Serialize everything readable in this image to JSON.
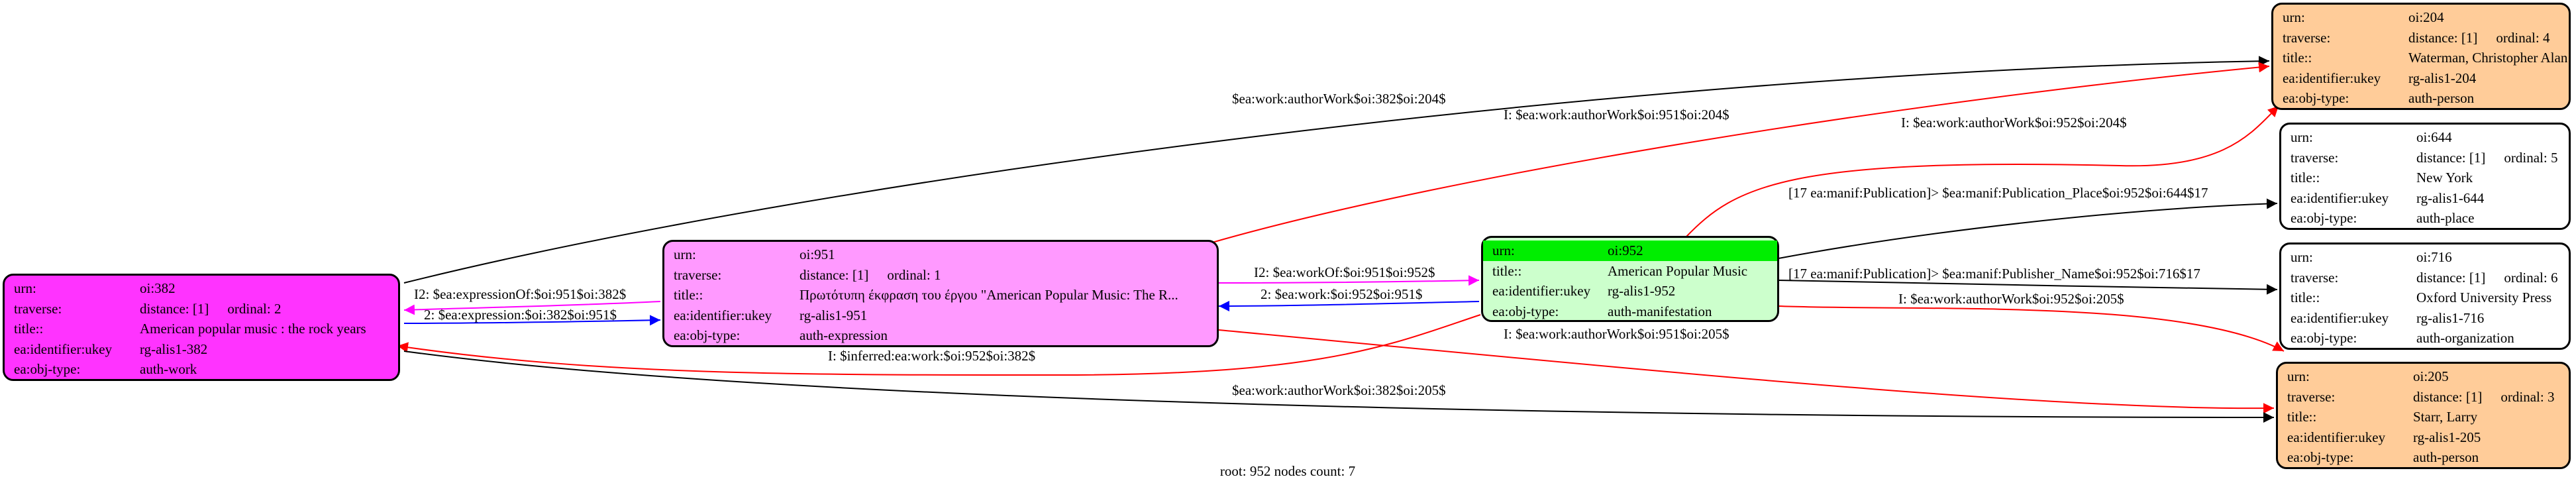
{
  "field_labels": {
    "urn": "urn:",
    "traverse": "traverse:",
    "title": "title::",
    "identifier": "ea:identifier:ukey",
    "objtype": "ea:obj-type:"
  },
  "nodes": {
    "n382": {
      "urn": "oi:382",
      "distance": "distance: [1]",
      "ordinal": "ordinal: 2",
      "title": "American popular music : the rock years",
      "identifier": "rg-alis1-382",
      "objtype": "auth-work",
      "color": "#ff33ff"
    },
    "n951": {
      "urn": "oi:951",
      "distance": "distance: [1]",
      "ordinal": "ordinal: 1",
      "title": "Πρωτότυπη έκφραση του έργου \"American Popular Music: The R...",
      "identifier": "rg-alis1-951",
      "objtype": "auth-expression",
      "color": "#ff99ff"
    },
    "n952": {
      "urn": "oi:952",
      "title": "American Popular Music",
      "identifier": "rg-alis1-952",
      "objtype": "auth-manifestation",
      "color": "#ccffcc",
      "highlight": "#00ee00"
    },
    "n204": {
      "urn": "oi:204",
      "distance": "distance: [1]",
      "ordinal": "ordinal: 4",
      "title": "Waterman, Christopher Alan",
      "identifier": "rg-alis1-204",
      "objtype": "auth-person",
      "color": "#ffcc99"
    },
    "n644": {
      "urn": "oi:644",
      "distance": "distance: [1]",
      "ordinal": "ordinal: 5",
      "title": "New York",
      "identifier": "rg-alis1-644",
      "objtype": "auth-place",
      "color": "#ffffff"
    },
    "n716": {
      "urn": "oi:716",
      "distance": "distance: [1]",
      "ordinal": "ordinal: 6",
      "title": "Oxford University Press",
      "identifier": "rg-alis1-716",
      "objtype": "auth-organization",
      "color": "#ffffff"
    },
    "n205": {
      "urn": "oi:205",
      "distance": "distance: [1]",
      "ordinal": "ordinal: 3",
      "title": "Starr, Larry",
      "identifier": "rg-alis1-205",
      "objtype": "auth-person",
      "color": "#ffcc99"
    }
  },
  "edges": [
    {
      "id": "e1",
      "label": "$ea:work:authorWork$oi:382$oi:204$",
      "color": "#000000"
    },
    {
      "id": "e2",
      "label": "I: $ea:work:authorWork$oi:951$oi:204$",
      "color": "#ff0000"
    },
    {
      "id": "e3",
      "label": "I: $ea:work:authorWork$oi:952$oi:204$",
      "color": "#ff0000"
    },
    {
      "id": "e4",
      "label": "[17 ea:manif:Publication]> $ea:manif:Publication_Place$oi:952$oi:644$17",
      "color": "#000000"
    },
    {
      "id": "e5",
      "label": "[17 ea:manif:Publication]> $ea:manif:Publisher_Name$oi:952$oi:716$17",
      "color": "#000000"
    },
    {
      "id": "e6",
      "label": "I: $ea:work:authorWork$oi:952$oi:205$",
      "color": "#ff0000"
    },
    {
      "id": "e7",
      "label": "I2: $ea:expressionOf:$oi:951$oi:382$",
      "color": "#ff00ff"
    },
    {
      "id": "e8",
      "label": "2: $ea:expression:$oi:382$oi:951$",
      "color": "#0000ff"
    },
    {
      "id": "e9",
      "label": "I2: $ea:workOf:$oi:951$oi:952$",
      "color": "#ff00ff"
    },
    {
      "id": "e10",
      "label": "2: $ea:work:$oi:952$oi:951$",
      "color": "#0000ff"
    },
    {
      "id": "e11",
      "label": "I: $inferred:ea:work:$oi:952$oi:382$",
      "color": "#ff0000"
    },
    {
      "id": "e12",
      "label": "I: $ea:work:authorWork$oi:951$oi:205$",
      "color": "#ff0000"
    },
    {
      "id": "e13",
      "label": "$ea:work:authorWork$oi:382$oi:205$",
      "color": "#000000"
    }
  ],
  "footer": "root: 952 nodes count: 7"
}
